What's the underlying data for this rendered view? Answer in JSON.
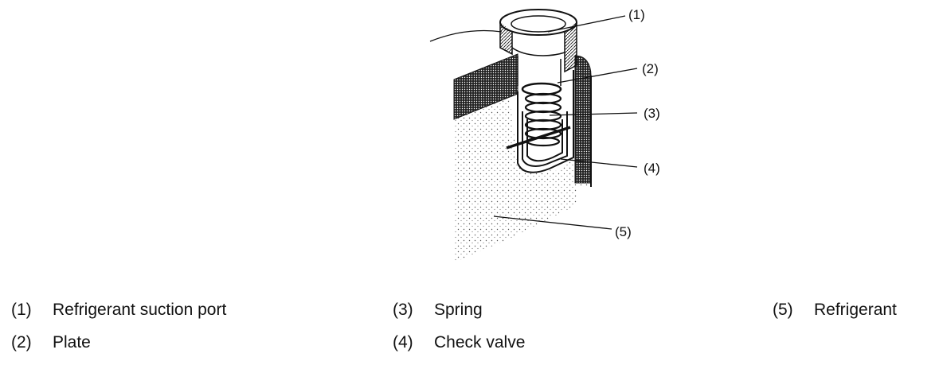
{
  "callouts": [
    "(1)",
    "(2)",
    "(3)",
    "(4)",
    "(5)"
  ],
  "legend": [
    {
      "num": "(1)",
      "label": "Refrigerant suction port"
    },
    {
      "num": "(2)",
      "label": "Plate"
    },
    {
      "num": "(3)",
      "label": "Spring"
    },
    {
      "num": "(4)",
      "label": "Check valve"
    },
    {
      "num": "(5)",
      "label": "Refrigerant"
    }
  ]
}
